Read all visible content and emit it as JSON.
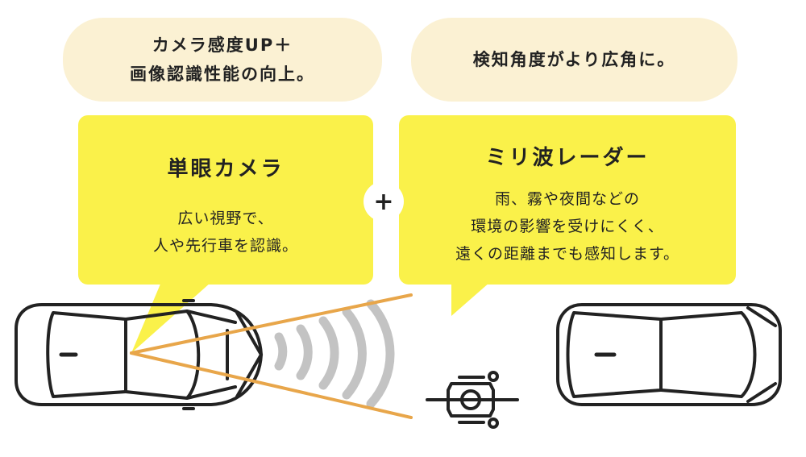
{
  "features": {
    "camera_upgrade": [
      "カメラ感度UP＋",
      "画像認識性能の向上。"
    ],
    "radar_upgrade": "検知角度がより広角に。"
  },
  "monocular_camera": {
    "title": "単眼カメラ",
    "description": [
      "広い視野で、",
      "人や先行車を認識。"
    ]
  },
  "combiner": "+",
  "millimeter_wave_radar": {
    "title": "ミリ波レーダー",
    "description": [
      "雨、霧や夜間などの",
      "環境の影響を受けにくく、",
      "遠くの距離までも感知します。"
    ]
  },
  "colors": {
    "pill_background": "#fbf1d3",
    "callout_background": "#faf14a",
    "detection_lines": "#e8a64a",
    "radar_waves": "#c3c3c3",
    "outline": "#222222"
  }
}
